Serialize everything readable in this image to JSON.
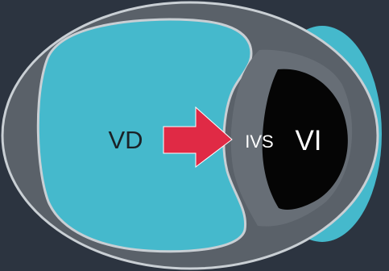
{
  "labels": {
    "right_ventricle": "VD",
    "septum": "IVS",
    "left_ventricle": "VI"
  },
  "colors": {
    "background": "#2c3440",
    "outer_wall": "#5a6169",
    "outline": "#c9cfd4",
    "right_ventricle": "#45b9cc",
    "septum": "#676e76",
    "left_ventricle": "#050505",
    "arrow": "#e02a45",
    "text_dark": "#1b2227",
    "text_light": "#ffffff"
  },
  "icons": {
    "arrow": "arrow-right-icon"
  }
}
